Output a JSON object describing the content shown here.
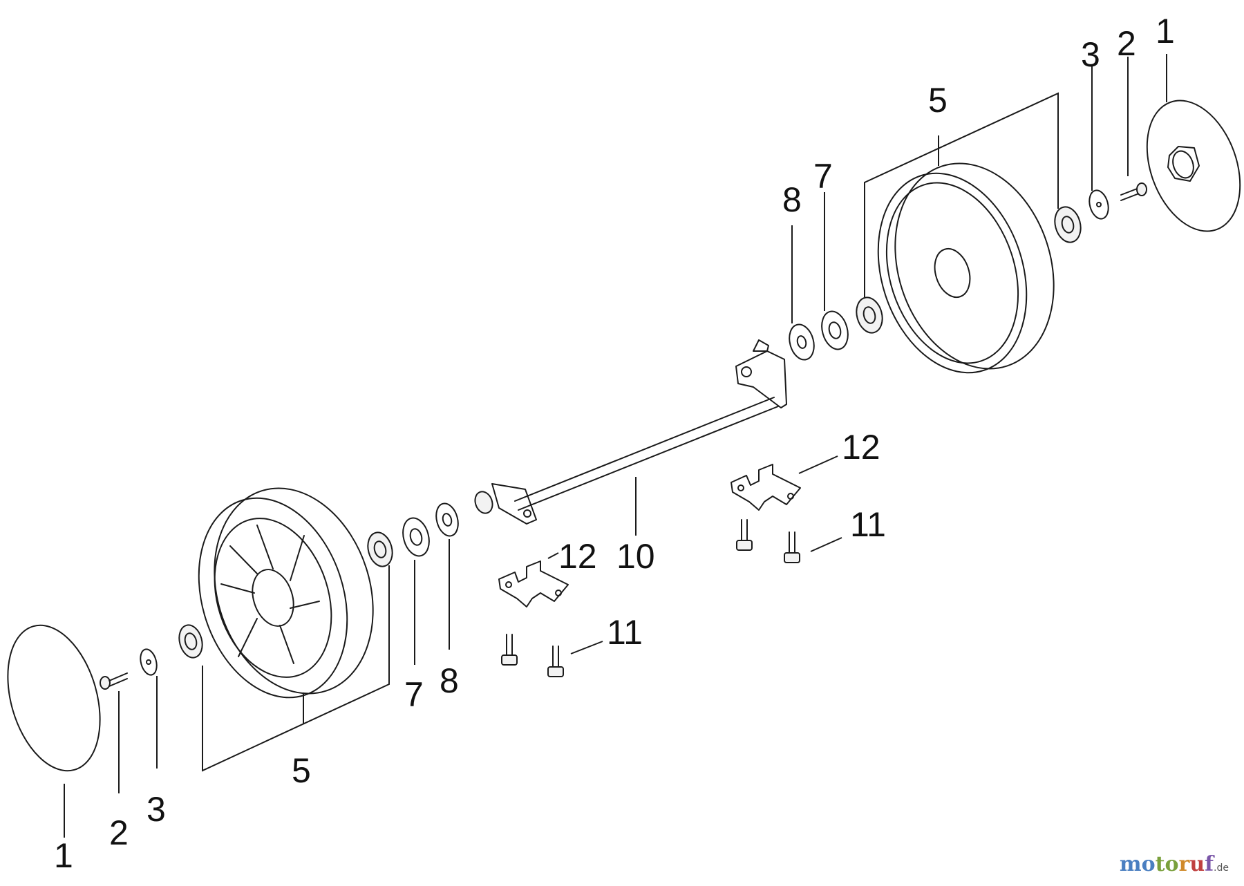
{
  "callouts": {
    "left_1": "1",
    "left_2": "2",
    "left_3": "3",
    "left_5": "5",
    "left_7": "7",
    "left_8": "8",
    "axle_10": "10",
    "bracket_left_12": "12",
    "screws_left_11": "11",
    "bracket_right_12": "12",
    "screws_right_11": "11",
    "right_8": "8",
    "right_7": "7",
    "right_5": "5",
    "right_3": "3",
    "right_2": "2",
    "right_1": "1"
  },
  "watermark": {
    "m1": "mo",
    "m2": "to",
    "m3": "r",
    "m4": "u",
    "m5": "f",
    "domain": ".de"
  }
}
